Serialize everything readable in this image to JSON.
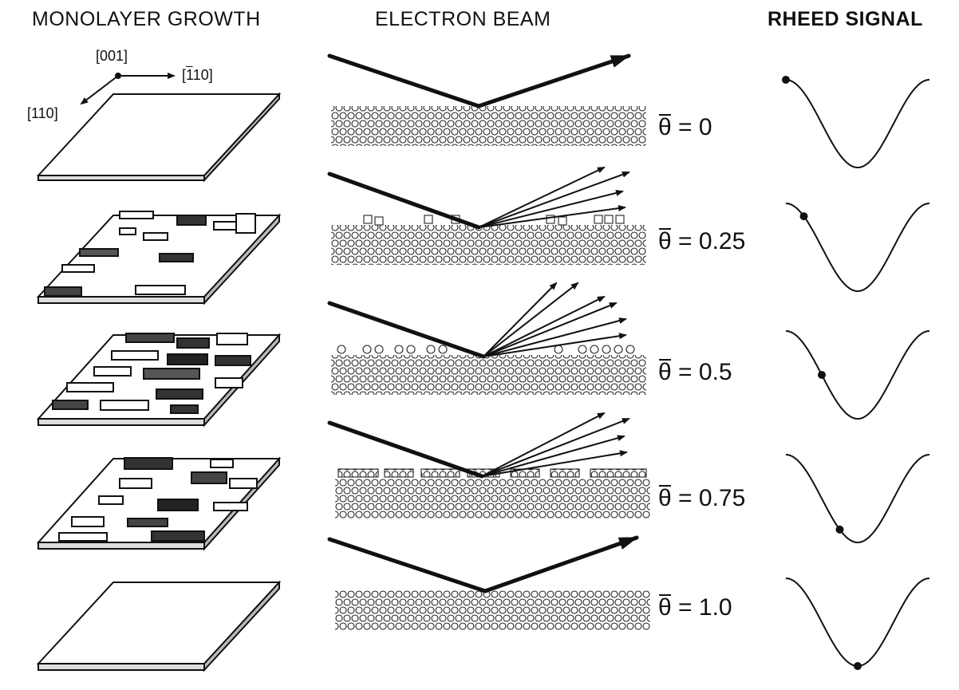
{
  "headers": {
    "growth": "MONOLAYER GROWTH",
    "beam": "ELECTRON BEAM",
    "signal": "RHEED SIGNAL"
  },
  "axes": {
    "a001": "[001]",
    "a_bar1": "1",
    "a_110": "10",
    "a110": "[110]"
  },
  "stages": [
    {
      "symbol": "θ",
      "coverage": "= 0",
      "signal_phase": 0.0
    },
    {
      "symbol": "θ",
      "coverage": "= 0.25",
      "signal_phase": 0.25
    },
    {
      "symbol": "θ",
      "coverage": "= 0.5",
      "signal_phase": 0.5
    },
    {
      "symbol": "θ",
      "coverage": "= 0.75",
      "signal_phase": 0.75
    },
    {
      "symbol": "θ",
      "coverage": "= 1.0",
      "signal_phase": 1.0
    }
  ]
}
